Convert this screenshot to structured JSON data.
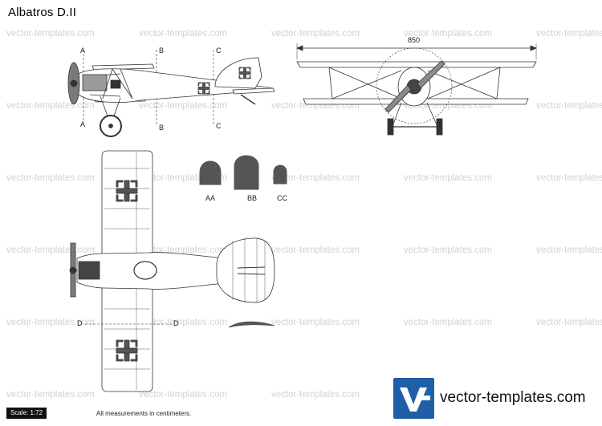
{
  "title": "Albatros D.II",
  "watermark": "vector-templates.com",
  "dimension": "850",
  "section_marks": {
    "a_top": "A",
    "a_bottom": "A",
    "b_top": "B",
    "b_bottom": "B",
    "c_top": "C",
    "c_bottom": "C",
    "d_left": "D",
    "d_right": "D"
  },
  "section_labels": [
    "AA",
    "BB",
    "CC"
  ],
  "scale": "Scale: 1:72",
  "note": "All measurements in centimeters.",
  "brand": {
    "name": "vector-templates.com",
    "logo_letters": "Vt",
    "color": "#1e5fa8"
  }
}
